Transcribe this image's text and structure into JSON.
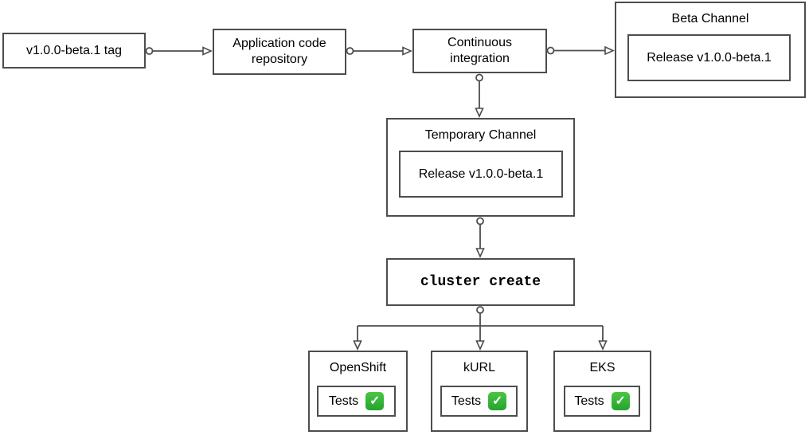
{
  "nodes": {
    "tag": {
      "label": "v1.0.0-beta.1 tag"
    },
    "repository": {
      "label": "Application code repository"
    },
    "ci": {
      "label": "Continuous integration"
    },
    "beta_channel": {
      "title": "Beta Channel",
      "release_label": "Release v1.0.0-beta.1"
    },
    "temporary_channel": {
      "title": "Temporary Channel",
      "release_label": "Release v1.0.0-beta.1"
    },
    "cluster_create": {
      "label": "cluster create"
    },
    "clusters": [
      {
        "title": "OpenShift",
        "tests_label": "Tests",
        "status_icon": "check-mark-button"
      },
      {
        "title": "kURL",
        "tests_label": "Tests",
        "status_icon": "check-mark-button"
      },
      {
        "title": "EKS",
        "tests_label": "Tests",
        "status_icon": "check-mark-button"
      }
    ]
  },
  "edges": [
    {
      "from": "tag",
      "to": "repository"
    },
    {
      "from": "repository",
      "to": "ci"
    },
    {
      "from": "ci",
      "to": "beta_channel"
    },
    {
      "from": "ci",
      "to": "temporary_channel"
    },
    {
      "from": "temporary_channel",
      "to": "cluster_create"
    },
    {
      "from": "cluster_create",
      "to": "OpenShift"
    },
    {
      "from": "cluster_create",
      "to": "kURL"
    },
    {
      "from": "cluster_create",
      "to": "EKS"
    }
  ],
  "icons": {
    "check": "✓"
  },
  "colors": {
    "stroke": "#4d4d4d",
    "background": "#ffffff",
    "text": "#000000",
    "check_green": "#2db335",
    "check_mark": "#ffffff"
  }
}
